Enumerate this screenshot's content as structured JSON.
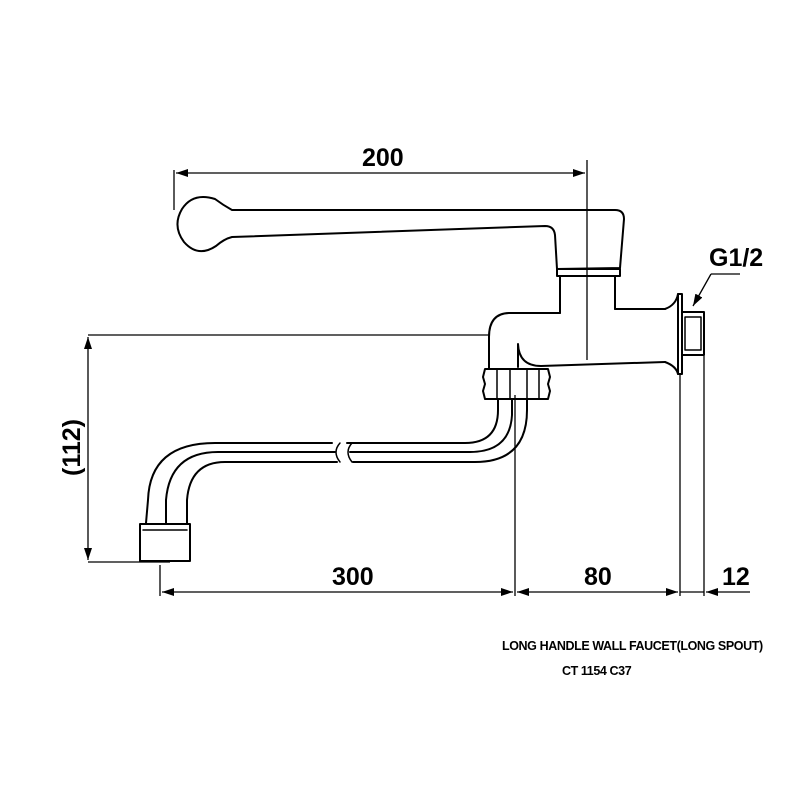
{
  "drawing": {
    "ink_color": "#000000",
    "background_color": "#ffffff",
    "dimensions": {
      "handle_length": "200",
      "height": "(112)",
      "spout_reach": "300",
      "body_depth": "80",
      "flange_thickness": "12",
      "thread_size": "G1/2"
    }
  },
  "caption": {
    "title": "LONG HANDLE WALL FAUCET(LONG SPOUT)",
    "model": "CT 1154 C37"
  }
}
